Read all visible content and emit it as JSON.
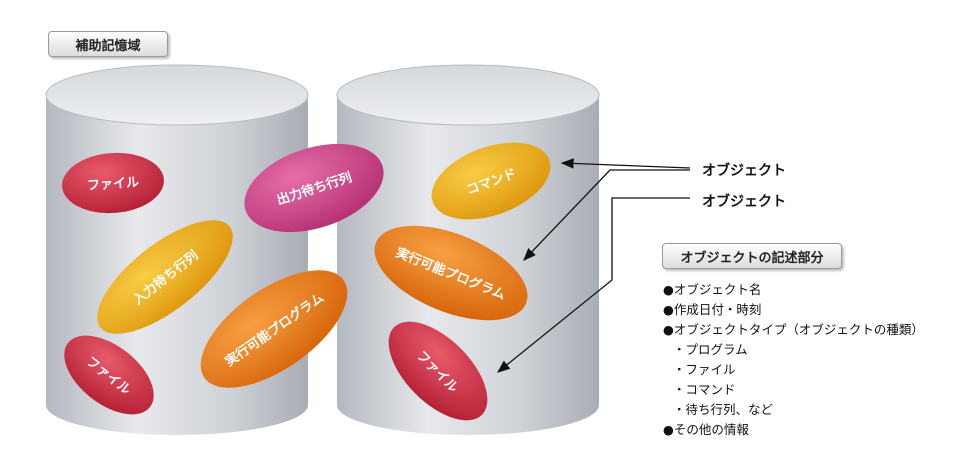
{
  "title": "補助記憶域",
  "colors": {
    "red": "#c8283c",
    "orange": "#e8720e",
    "yellow": "#eda812",
    "pink": "#c93c83",
    "cylinder_body": "#c9cdd3",
    "cylinder_top": "#e3e5e8"
  },
  "left_cylinder": {
    "items": [
      {
        "label": "ファイル",
        "color": "red"
      },
      {
        "label": "入力待ち行列",
        "color": "yellow"
      },
      {
        "label": "ファイル",
        "color": "red"
      },
      {
        "label": "実行可能プログラム",
        "color": "orange"
      }
    ]
  },
  "center_item": {
    "label": "出力待ち行列",
    "color": "pink"
  },
  "right_cylinder": {
    "items": [
      {
        "label": "コマンド",
        "color": "yellow"
      },
      {
        "label": "実行可能プログラム",
        "color": "orange"
      },
      {
        "label": "ファイル",
        "color": "red"
      }
    ]
  },
  "object_labels": [
    "オブジェクト",
    "オブジェクト"
  ],
  "description": {
    "title": "オブジェクトの記述部分",
    "items": [
      "●オブジェクト名",
      "●作成日付・時刻",
      "●オブジェクトタイプ（オブジェクトの種類）",
      "・プログラム",
      "・ファイル",
      "・コマンド",
      "・待ち行列、など",
      "●その他の情報"
    ]
  }
}
